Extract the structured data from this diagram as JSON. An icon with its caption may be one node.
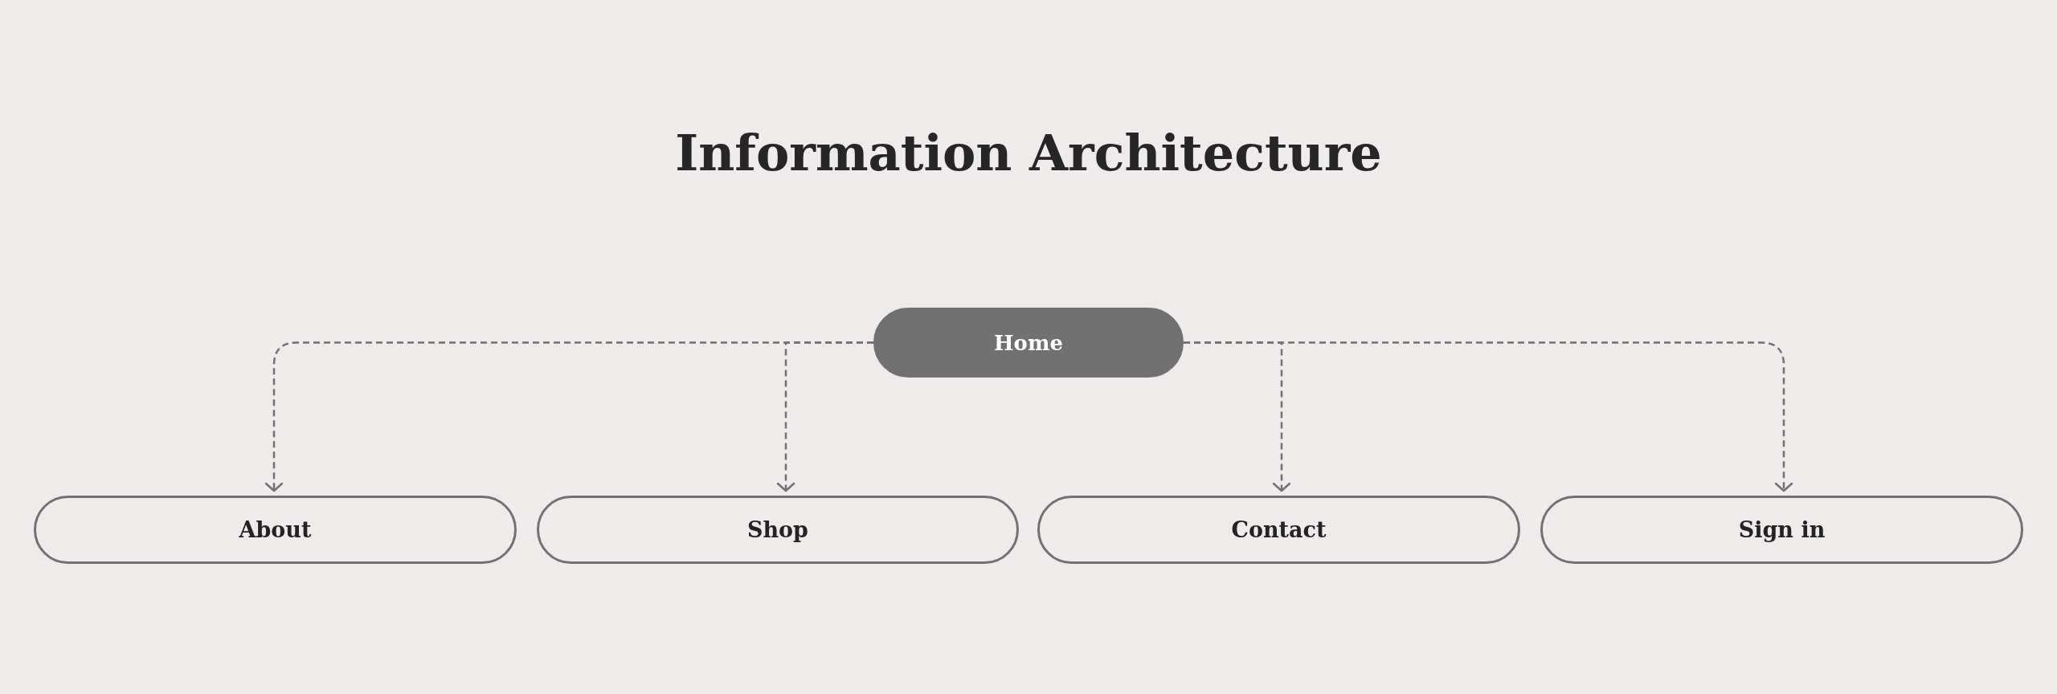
{
  "diagram": {
    "title": "Information Architecture",
    "nodes": [
      {
        "text": [
          "Home"
        ]
      },
      {
        "text": [
          "About"
        ]
      },
      {
        "text": [
          "Shop"
        ]
      },
      {
        "text": [
          "Contact"
        ]
      },
      {
        "text": [
          "Sign in"
        ]
      }
    ],
    "edges": [
      {
        "from": 0,
        "to": 1,
        "arrow": "to",
        "style": "dashed"
      },
      {
        "from": 0,
        "to": 2,
        "arrow": "to",
        "style": "dashed"
      },
      {
        "from": 0,
        "to": 3,
        "arrow": "to",
        "style": "dashed"
      },
      {
        "from": 0,
        "to": 4,
        "arrow": "to",
        "style": "dashed"
      }
    ]
  }
}
